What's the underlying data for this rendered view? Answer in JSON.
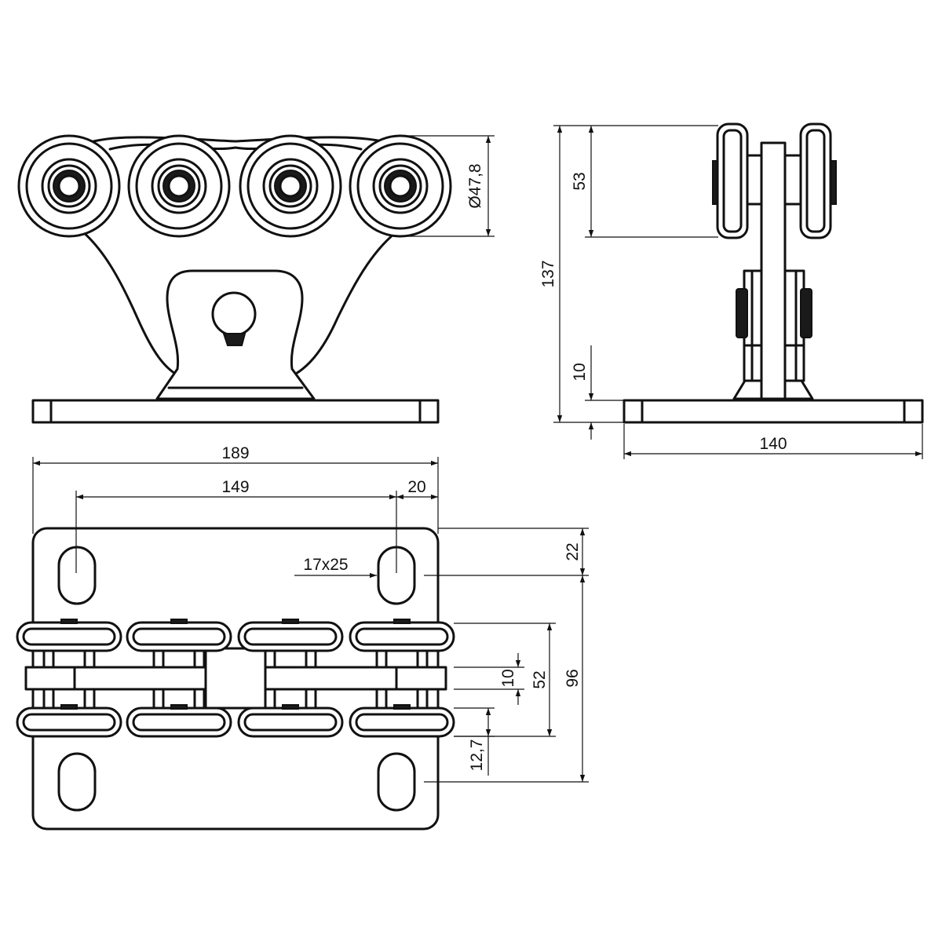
{
  "front_view": {
    "diameter_label": "Ø47,8"
  },
  "side_view": {
    "height_label": "137",
    "wheel_height_label": "53",
    "plate_thickness_label": "10",
    "plate_width_label": "140"
  },
  "top_view": {
    "overall_width_label": "189",
    "hole_spacing_label": "149",
    "hole_edge_label": "20",
    "hole_top_label": "22",
    "hole_vertical_label": "96",
    "wheel_span_label": "52",
    "center_bar_label": "10",
    "offset_label": "12,7",
    "slot_size_label": "17x25"
  },
  "colors": {
    "line": "#111111",
    "background": "#ffffff"
  }
}
